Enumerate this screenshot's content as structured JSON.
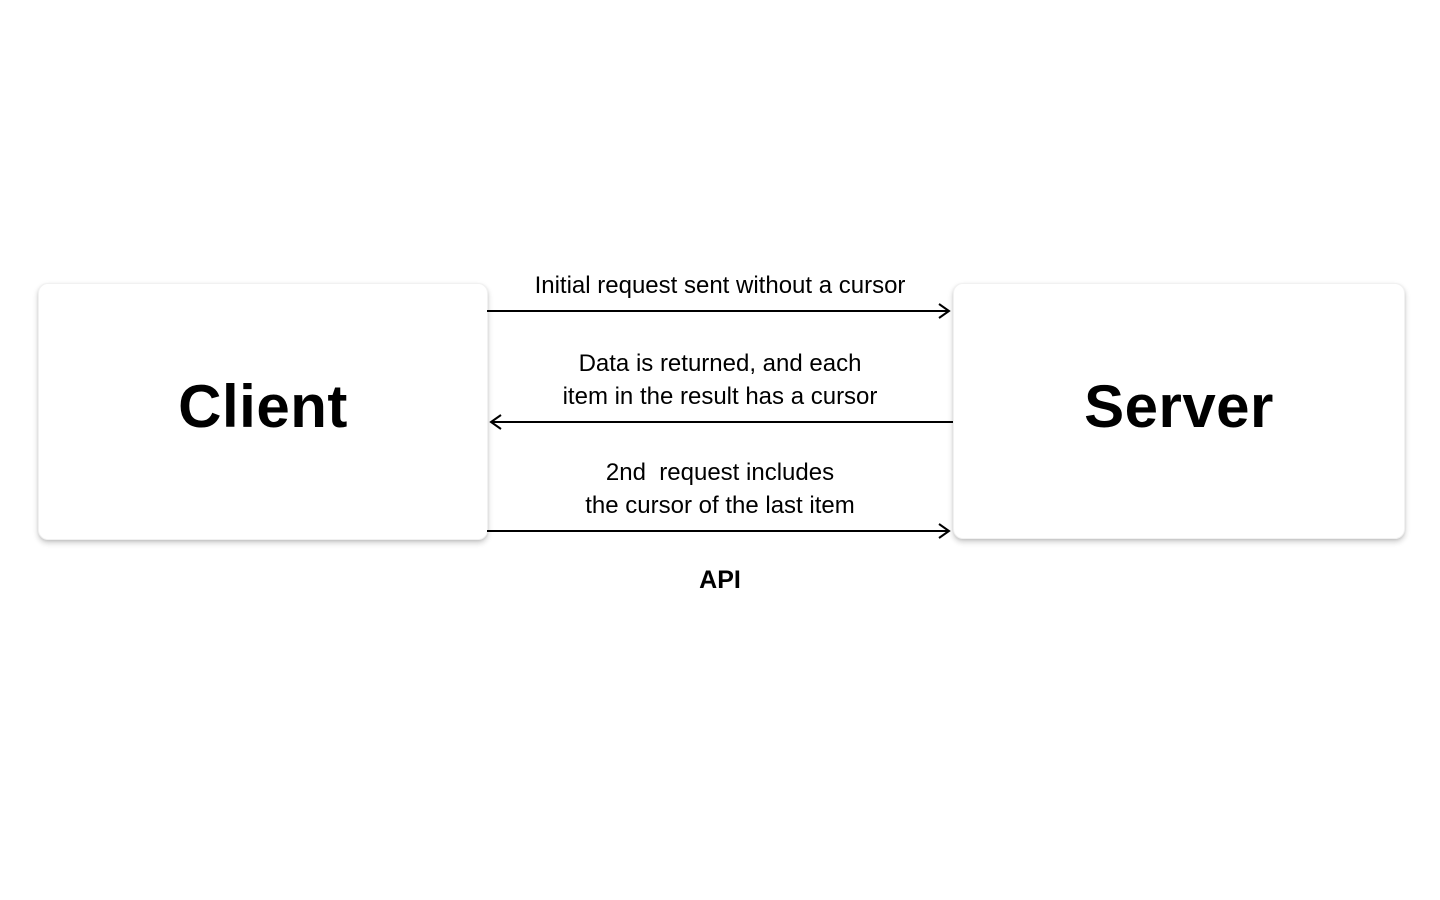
{
  "diagram": {
    "title_visible": false,
    "nodes": {
      "client": {
        "label": "Client"
      },
      "server": {
        "label": "Server"
      }
    },
    "messages": [
      {
        "direction": "right",
        "from": "client",
        "to": "server",
        "lines": [
          "Initial request sent without a cursor"
        ]
      },
      {
        "direction": "left",
        "from": "server",
        "to": "client",
        "lines": [
          "Data is returned, and each",
          "item in the result has a cursor"
        ]
      },
      {
        "direction": "right",
        "from": "client",
        "to": "server",
        "lines": [
          "2nd  request includes",
          "the cursor of the last item"
        ]
      }
    ],
    "api_label": "API"
  },
  "colors": {
    "background": "#ffffff",
    "box_fill": "#ffffff",
    "text": "#000000",
    "arrow": "#000000"
  }
}
